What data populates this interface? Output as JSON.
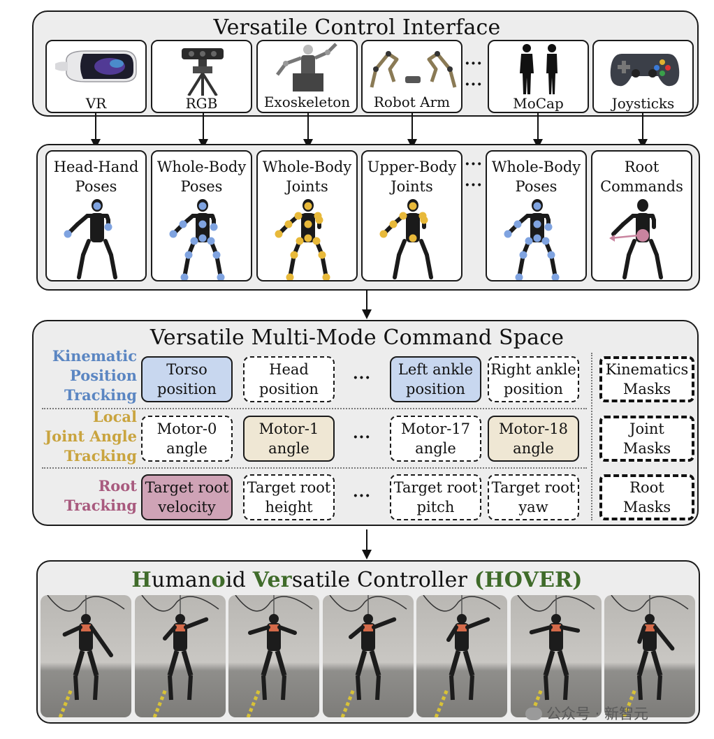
{
  "colors": {
    "blue_label": "#5b86c2",
    "gold_label": "#c9a43f",
    "pink_label": "#a85a7e",
    "blue_fill": "#c8d7ef",
    "cream_fill": "#efe7d4",
    "pink_fill": "#cfa3b6",
    "green": "#3f6b2a",
    "panel_bg": "#ededed"
  },
  "interface": {
    "title": "Versatile Control Interface",
    "devices": [
      {
        "label": "VR",
        "icon": "vr-headset-icon"
      },
      {
        "label": "RGB",
        "icon": "rgb-camera-icon"
      },
      {
        "label": "Exoskeleton",
        "icon": "exoskeleton-icon"
      },
      {
        "label": "Robot Arm",
        "icon": "robot-arm-icon"
      },
      {
        "label": "MoCap",
        "icon": "mocap-suit-icon"
      },
      {
        "label": "Joysticks",
        "icon": "gamepad-icon"
      }
    ],
    "ellipsis": "···"
  },
  "modes": {
    "items": [
      {
        "line1": "Head-Hand",
        "line2": "Poses"
      },
      {
        "line1": "Whole-Body",
        "line2": "Poses"
      },
      {
        "line1": "Whole-Body",
        "line2": "Joints"
      },
      {
        "line1": "Upper-Body",
        "line2": "Joints"
      },
      {
        "line1": "Whole-Body",
        "line2": "Poses"
      },
      {
        "line1": "Root",
        "line2": "Commands"
      }
    ],
    "ellipsis": "···"
  },
  "command_space": {
    "title": "Versatile Multi-Mode Command Space",
    "rows": [
      {
        "label": [
          "Kinematic",
          "Position",
          "Tracking"
        ],
        "cells": [
          {
            "line1": "Torso",
            "line2": "position"
          },
          {
            "line1": "Head",
            "line2": "position"
          },
          {
            "line1": "Left ankle",
            "line2": "position"
          },
          {
            "line1": "Right ankle",
            "line2": "position"
          }
        ],
        "mask": {
          "line1": "Kinematics",
          "line2": "Masks"
        }
      },
      {
        "label": [
          "Local",
          "Joint Angle",
          "Tracking"
        ],
        "cells": [
          {
            "line1": "Motor-0",
            "line2": "angle"
          },
          {
            "line1": "Motor-1",
            "line2": "angle"
          },
          {
            "line1": "Motor-17",
            "line2": "angle"
          },
          {
            "line1": "Motor-18",
            "line2": "angle"
          }
        ],
        "mask": {
          "line1": "Joint",
          "line2": "Masks"
        }
      },
      {
        "label": [
          "Root",
          "Tracking"
        ],
        "cells": [
          {
            "line1": "Target root",
            "line2": "velocity"
          },
          {
            "line1": "Target root",
            "line2": "height"
          },
          {
            "line1": "Target root",
            "line2": "pitch"
          },
          {
            "line1": "Target root",
            "line2": "yaw"
          }
        ],
        "mask": {
          "line1": "Root",
          "line2": "Masks"
        }
      }
    ],
    "ellipsis": "···"
  },
  "hover": {
    "title_parts": [
      "H",
      "uman",
      "o",
      "id ",
      "Ver",
      "satile Controller ",
      "(HOVER)"
    ],
    "photo_count": 7,
    "watermark": "公众号 · 新智元"
  }
}
